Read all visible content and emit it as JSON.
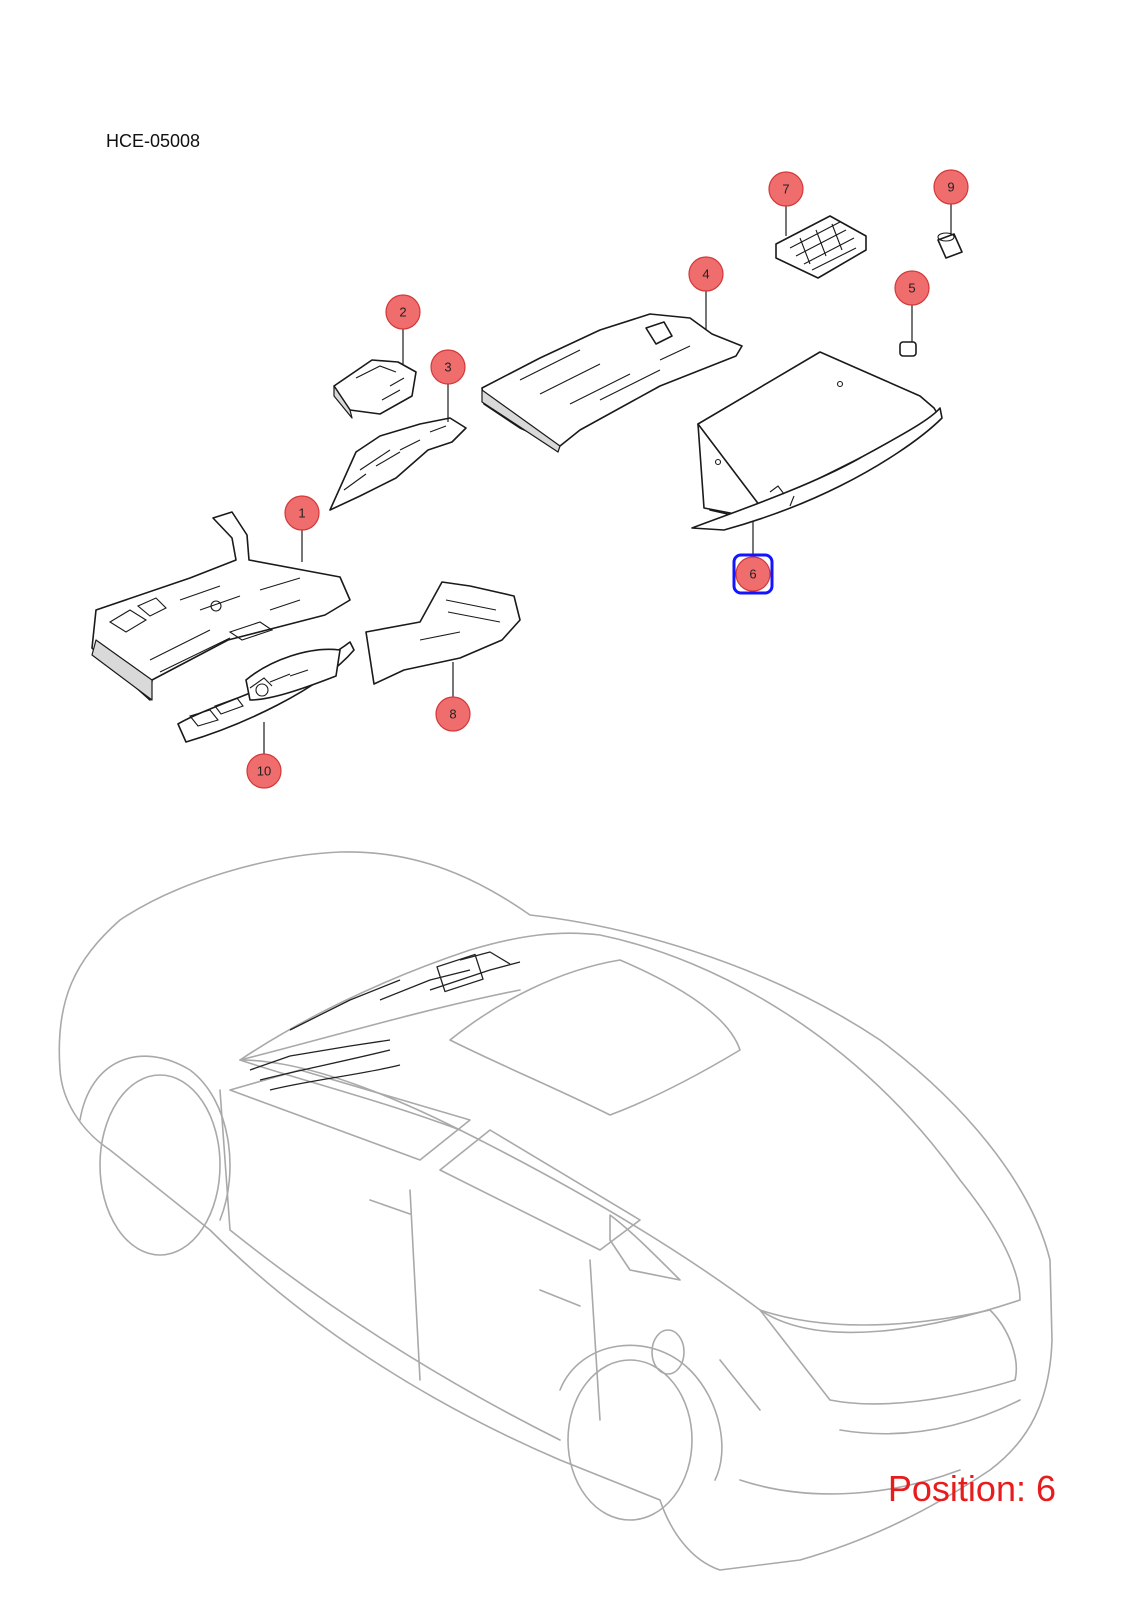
{
  "diagram": {
    "code": "HCE-05008",
    "position_label": "Position: 6",
    "colors": {
      "callout_fill": "#f06d6d",
      "highlight": "#1414ff",
      "position_text": "#e81c1c",
      "car_outline": "#a9a9a9"
    },
    "callouts": [
      {
        "number": "1"
      },
      {
        "number": "2"
      },
      {
        "number": "3"
      },
      {
        "number": "4"
      },
      {
        "number": "5"
      },
      {
        "number": "6",
        "highlighted": true
      },
      {
        "number": "7"
      },
      {
        "number": "8"
      },
      {
        "number": "9"
      },
      {
        "number": "10"
      }
    ]
  }
}
